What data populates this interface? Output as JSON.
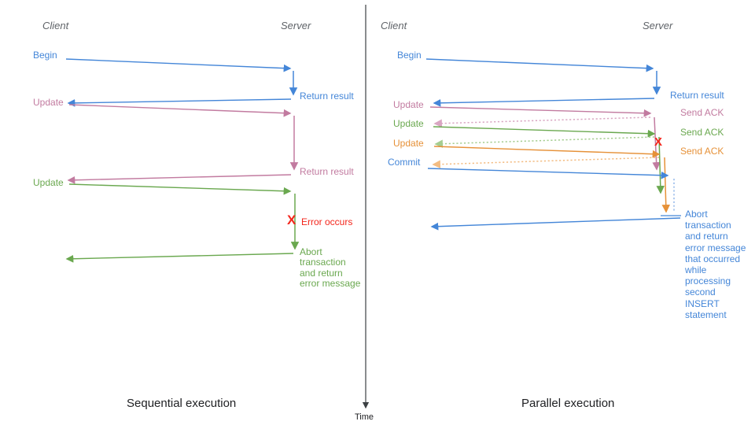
{
  "colors": {
    "blue": "#4486d8",
    "pink": "#c27ba0",
    "green": "#6aa84f",
    "orange": "#e69138",
    "red": "#f3251b",
    "blue_light": "#8db3e8",
    "pink_light": "#d9a6c2",
    "green_light": "#a5cd90",
    "orange_light": "#f3bc82",
    "axis": "#3c4043",
    "heading": "#5f6368",
    "title": "#202124"
  },
  "time_axis": {
    "label": "Time"
  },
  "left": {
    "client_header": "Client",
    "server_header": "Server",
    "begin": "Begin",
    "return_result_1": "Return result",
    "update_1": "Update",
    "return_result_2": "Return result",
    "update_2": "Update",
    "error_mark": "X",
    "error_label": "Error occurs",
    "abort_note": "Abort\ntransaction\nand return\nerror message",
    "caption": "Sequential execution"
  },
  "right": {
    "client_header": "Client",
    "server_header": "Server",
    "begin": "Begin",
    "return_result": "Return result",
    "update_1": "Update",
    "send_ack_1": "Send ACK",
    "update_2": "Update",
    "send_ack_2": "Send ACK",
    "update_3": "Update",
    "send_ack_3": "Send ACK",
    "commit": "Commit",
    "error_mark": "X",
    "abort_note": "Abort\ntransaction\nand return\nerror message\nthat occurred\nwhile\nprocessing\nsecond\nINSERT\nstatement",
    "caption": "Parallel execution"
  }
}
